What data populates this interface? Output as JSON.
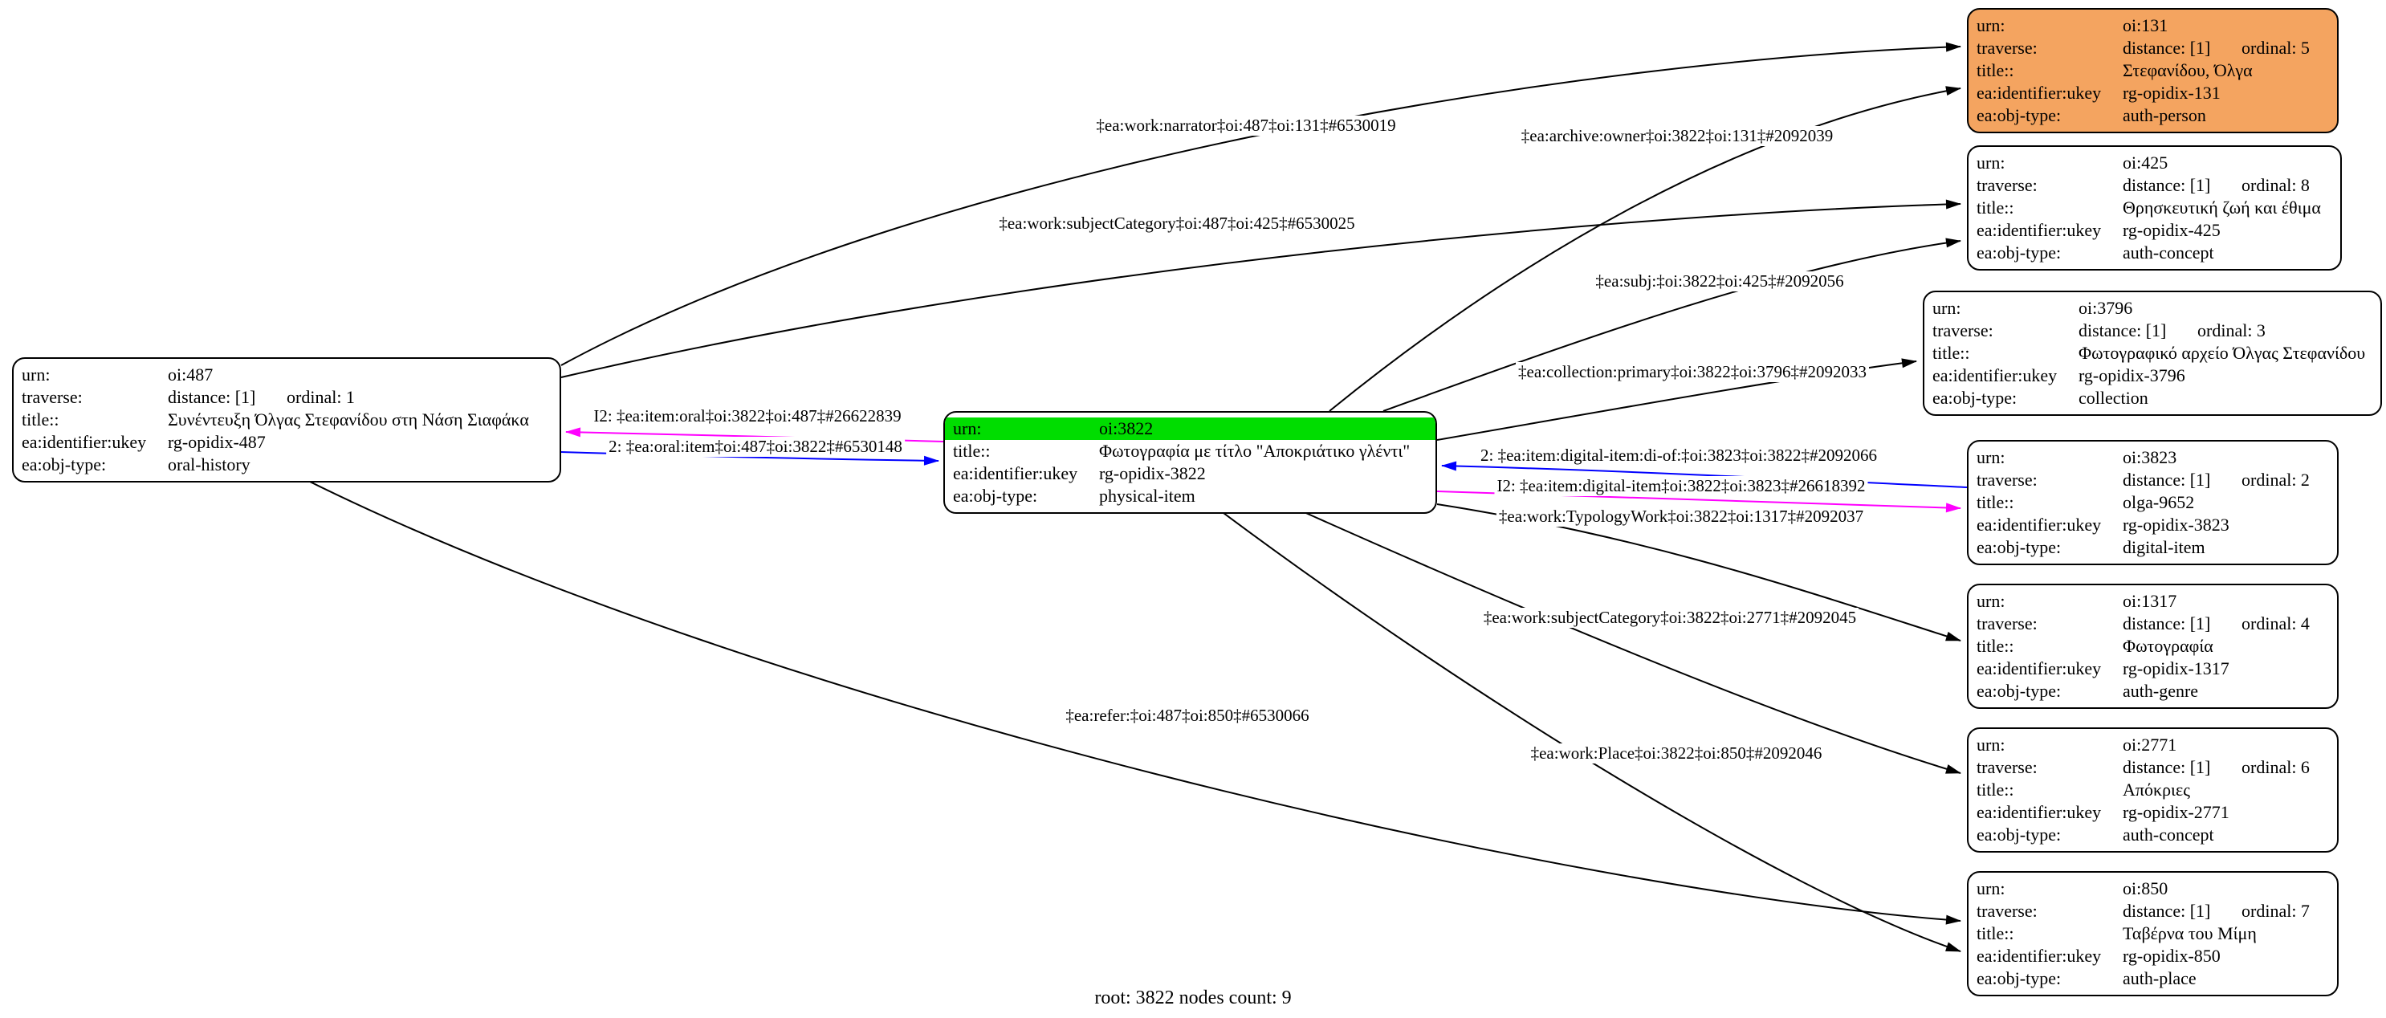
{
  "footer": "root: 3822 nodes count: 9",
  "colors": {
    "background": "#ffffff",
    "node_border": "#000000",
    "root_row_highlight_green": "#00dd00",
    "person_node_orange": "#f4a460",
    "edge_default": "#000000",
    "edge_identity_magenta": "#ff00ff",
    "edge_relation_blue": "#0000ff"
  },
  "nodes": {
    "n487": {
      "rows": {
        "urn": {
          "k": "urn:",
          "v": "oi:487"
        },
        "traverse": {
          "k": "traverse:",
          "v": "distance: [1]",
          "v2": "ordinal: 1"
        },
        "title": {
          "k": "title::",
          "v": "Συνέντευξη Όλγας Στεφανίδου στη Νάση Σιαφάκα"
        },
        "ukey": {
          "k": "ea:identifier:ukey",
          "v": "rg-opidix-487"
        },
        "objtype": {
          "k": "ea:obj-type:",
          "v": "oral-history"
        }
      }
    },
    "n3822": {
      "rows": {
        "urn": {
          "k": "urn:",
          "v": "oi:3822"
        },
        "title": {
          "k": "title::",
          "v": "Φωτογραφία με τίτλο \"Αποκριάτικο γλέντι\""
        },
        "ukey": {
          "k": "ea:identifier:ukey",
          "v": "rg-opidix-3822"
        },
        "objtype": {
          "k": "ea:obj-type:",
          "v": "physical-item"
        }
      }
    },
    "n131": {
      "rows": {
        "urn": {
          "k": "urn:",
          "v": "oi:131"
        },
        "traverse": {
          "k": "traverse:",
          "v": "distance: [1]",
          "v2": "ordinal: 5"
        },
        "title": {
          "k": "title::",
          "v": "Στεφανίδου, Όλγα"
        },
        "ukey": {
          "k": "ea:identifier:ukey",
          "v": "rg-opidix-131"
        },
        "objtype": {
          "k": "ea:obj-type:",
          "v": "auth-person"
        }
      }
    },
    "n425": {
      "rows": {
        "urn": {
          "k": "urn:",
          "v": "oi:425"
        },
        "traverse": {
          "k": "traverse:",
          "v": "distance: [1]",
          "v2": "ordinal: 8"
        },
        "title": {
          "k": "title::",
          "v": "Θρησκευτική ζωή και έθιμα"
        },
        "ukey": {
          "k": "ea:identifier:ukey",
          "v": "rg-opidix-425"
        },
        "objtype": {
          "k": "ea:obj-type:",
          "v": "auth-concept"
        }
      }
    },
    "n3796": {
      "rows": {
        "urn": {
          "k": "urn:",
          "v": "oi:3796"
        },
        "traverse": {
          "k": "traverse:",
          "v": "distance: [1]",
          "v2": "ordinal: 3"
        },
        "title": {
          "k": "title::",
          "v": "Φωτογραφικό αρχείο Όλγας Στεφανίδου"
        },
        "ukey": {
          "k": "ea:identifier:ukey",
          "v": "rg-opidix-3796"
        },
        "objtype": {
          "k": "ea:obj-type:",
          "v": "collection"
        }
      }
    },
    "n3823": {
      "rows": {
        "urn": {
          "k": "urn:",
          "v": "oi:3823"
        },
        "traverse": {
          "k": "traverse:",
          "v": "distance: [1]",
          "v2": "ordinal: 2"
        },
        "title": {
          "k": "title::",
          "v": "olga-9652"
        },
        "ukey": {
          "k": "ea:identifier:ukey",
          "v": "rg-opidix-3823"
        },
        "objtype": {
          "k": "ea:obj-type:",
          "v": "digital-item"
        }
      }
    },
    "n1317": {
      "rows": {
        "urn": {
          "k": "urn:",
          "v": "oi:1317"
        },
        "traverse": {
          "k": "traverse:",
          "v": "distance: [1]",
          "v2": "ordinal: 4"
        },
        "title": {
          "k": "title::",
          "v": "Φωτογραφία"
        },
        "ukey": {
          "k": "ea:identifier:ukey",
          "v": "rg-opidix-1317"
        },
        "objtype": {
          "k": "ea:obj-type:",
          "v": "auth-genre"
        }
      }
    },
    "n2771": {
      "rows": {
        "urn": {
          "k": "urn:",
          "v": "oi:2771"
        },
        "traverse": {
          "k": "traverse:",
          "v": "distance: [1]",
          "v2": "ordinal: 6"
        },
        "title": {
          "k": "title::",
          "v": "Απόκριες"
        },
        "ukey": {
          "k": "ea:identifier:ukey",
          "v": "rg-opidix-2771"
        },
        "objtype": {
          "k": "ea:obj-type:",
          "v": "auth-concept"
        }
      }
    },
    "n850": {
      "rows": {
        "urn": {
          "k": "urn:",
          "v": "oi:850"
        },
        "traverse": {
          "k": "traverse:",
          "v": "distance: [1]",
          "v2": "ordinal: 7"
        },
        "title": {
          "k": "title::",
          "v": "Ταβέρνα του Μίμη"
        },
        "ukey": {
          "k": "ea:identifier:ukey",
          "v": "rg-opidix-850"
        },
        "objtype": {
          "k": "ea:obj-type:",
          "v": "auth-place"
        }
      }
    }
  },
  "edges": {
    "narrator": {
      "label": "‡ea:work:narrator‡oi:487‡oi:131‡#6530019"
    },
    "archiveOwner": {
      "label": "‡ea:archive:owner‡oi:3822‡oi:131‡#2092039"
    },
    "subjCat425": {
      "label": "‡ea:work:subjectCategory‡oi:487‡oi:425‡#6530025"
    },
    "subj": {
      "label": "‡ea:subj:‡oi:3822‡oi:425‡#2092056"
    },
    "collectionPrimary": {
      "label": "‡ea:collection:primary‡oi:3822‡oi:3796‡#2092033"
    },
    "itemOral": {
      "label": "I2: ‡ea:item:oral‡oi:3822‡oi:487‡#26622839"
    },
    "oralItem": {
      "label": "2: ‡ea:oral:item‡oi:487‡oi:3822‡#6530148"
    },
    "diOf": {
      "label": "2: ‡ea:item:digital-item:di-of:‡oi:3823‡oi:3822‡#2092066"
    },
    "digitalItem": {
      "label": "I2: ‡ea:item:digital-item‡oi:3822‡oi:3823‡#26618392"
    },
    "typologyWork": {
      "label": "‡ea:work:TypologyWork‡oi:3822‡oi:1317‡#2092037"
    },
    "subjCat2771": {
      "label": "‡ea:work:subjectCategory‡oi:3822‡oi:2771‡#2092045"
    },
    "refer": {
      "label": "‡ea:refer:‡oi:487‡oi:850‡#6530066"
    },
    "workPlace": {
      "label": "‡ea:work:Place‡oi:3822‡oi:850‡#2092046"
    }
  }
}
